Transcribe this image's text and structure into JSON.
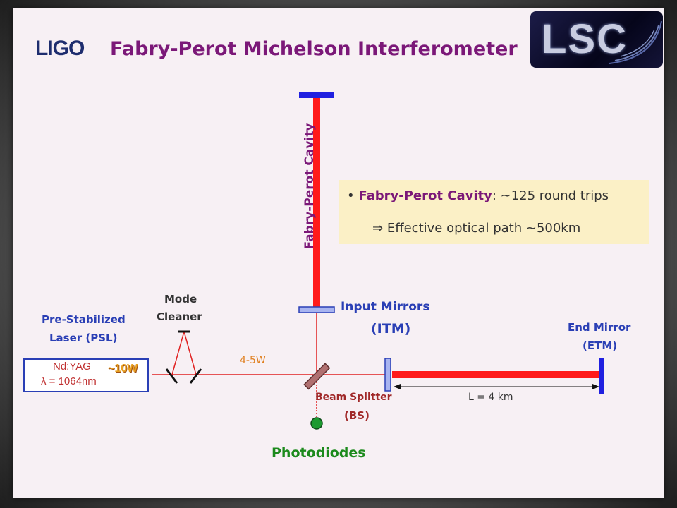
{
  "header": {
    "ligo_logo": "LIGO",
    "title": "Fabry-Perot Michelson Interferometer",
    "lsc_logo": "LSC"
  },
  "info": {
    "bullet": "•",
    "term": "Fabry-Perot Cavity",
    "rest": ": ~125 round trips",
    "arrow": "⇒",
    "line2": "Effective optical path ~500km"
  },
  "labels": {
    "fp_cavity": "Fabry-Perot Cavity",
    "input_mirrors_1": "Input Mirrors",
    "input_mirrors_2": "(ITM)",
    "end_mirror_1": "End Mirror",
    "end_mirror_2": "(ETM)",
    "psl_1": "Pre-Stabilized",
    "psl_2": "Laser (PSL)",
    "mode_cleaner_1": "Mode",
    "mode_cleaner_2": "Cleaner",
    "power_in": "4-5W",
    "beam_splitter_1": "Beam Splitter",
    "beam_splitter_2": "(BS)",
    "length": "L = 4 km",
    "photodiodes": "Photodiodes"
  },
  "laser": {
    "type": "Nd:YAG",
    "wavelength": "λ = 1064nm",
    "power": "~10W"
  },
  "colors": {
    "beam": "#ff1a1a",
    "mirror": "#2020e0",
    "mirror_light": "#a8b4f0",
    "photodiode": "#1c9a30",
    "title": "#7b1878",
    "label_blue": "#2a3fb5"
  }
}
